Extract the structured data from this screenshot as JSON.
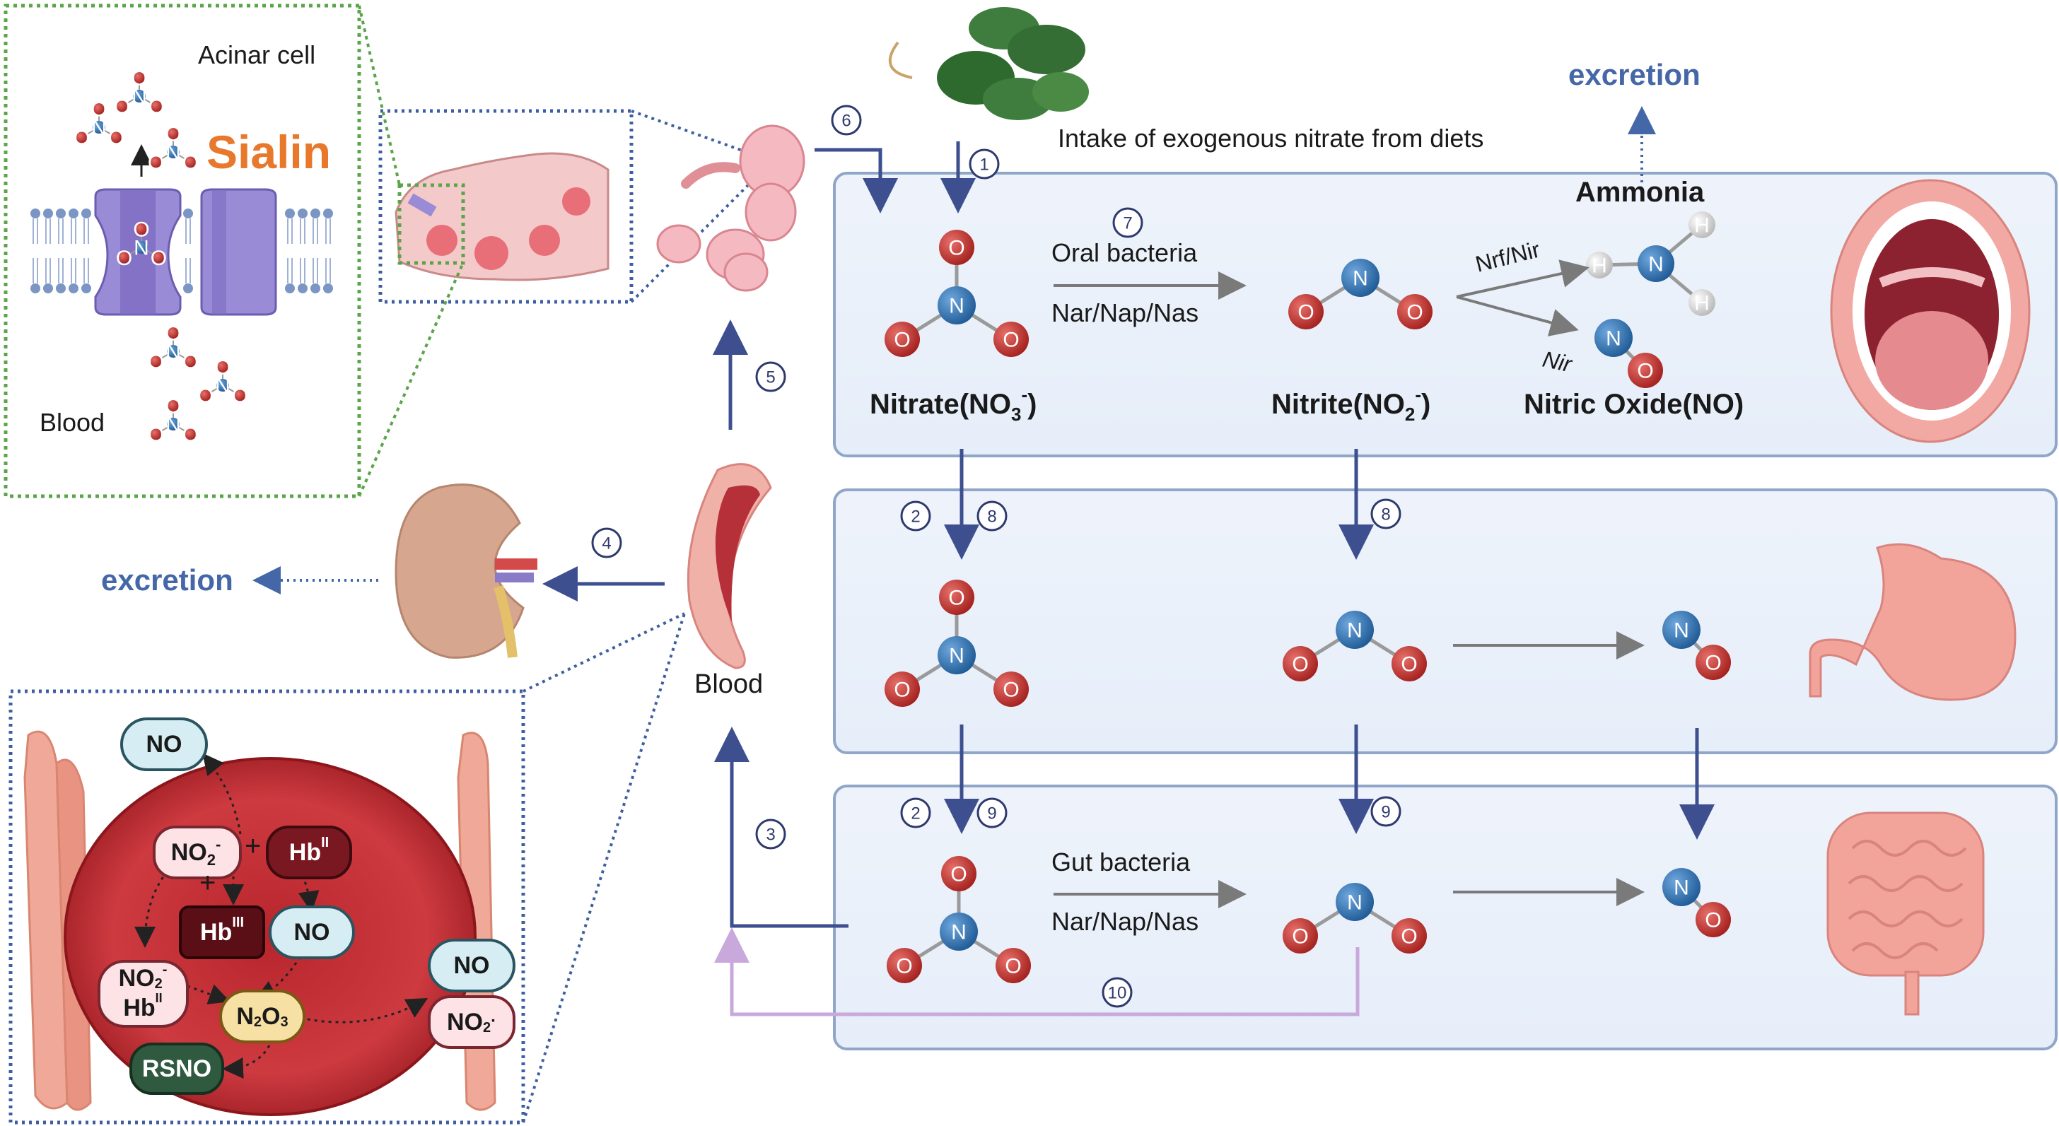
{
  "diagram": {
    "top_intake": "Intake of exogenous nitrate from diets",
    "excretion_top": "excretion",
    "excretion_left": "excretion",
    "ammonia": "Ammonia",
    "nitrate_label": "Nitrate(NO",
    "nitrate_sub": "3",
    "nitrate_sup": "-",
    "nitrite_label": "Nitrite(NO",
    "nitrite_sub": "2",
    "nitrite_sup": "-",
    "no_label": "Nitric Oxide(NO)",
    "oral_bacteria": "Oral bacteria",
    "oral_enzymes": "Nar/Nap/Nas",
    "gut_bacteria": "Gut bacteria",
    "gut_enzymes": "Nar/Nap/Nas",
    "nrf_nir": "Nrf/Nir",
    "nir": "Nir",
    "blood_center": "Blood",
    "inset_acinar": "Acinar cell",
    "inset_sialin": "Sialin",
    "inset_blood": "Blood",
    "steps": [
      "1",
      "2",
      "3",
      "4",
      "5",
      "6",
      "7",
      "8",
      "9",
      "10"
    ],
    "atoms": {
      "n": "N",
      "o": "O",
      "h": "H"
    },
    "rbc": {
      "no_top": "NO",
      "no2": "NO",
      "no2_sub": "2",
      "no2_sup": "-",
      "hb2": "Hb",
      "hb2_sup": "II",
      "hb3": "Hb",
      "hb3_sup": "III",
      "no_mid": "NO",
      "complex_a": "NO",
      "complex_a_sub": "2",
      "complex_a_sup": "-",
      "complex_b": "Hb",
      "complex_b_sup": "II",
      "n2o3": "N",
      "n2o3_sub1": "2",
      "n2o3_o": "O",
      "n2o3_sub2": "3",
      "rsno": "RSNO",
      "no_right": "NO",
      "no2_right": "NO",
      "no2_right_sub": "2",
      "no2_right_sup": "·",
      "plus1": "+",
      "plus2": "+"
    },
    "colors": {
      "panel_fill": "#eaf1fb",
      "panel_stroke": "#8fa6c9",
      "arrow_blue": "#3d4f8f",
      "arrow_gray": "#7a7a7a",
      "excretion_blue": "#4467a8",
      "sialin_orange": "#e8782b",
      "nitrogen": "#2f6fb0",
      "oxygen": "#c0302d",
      "hydrogen": "#d8d8d8",
      "rbc_red": "#c7343a",
      "lilac": "#c9a8dc",
      "green_dotted": "#5aa54a"
    }
  }
}
